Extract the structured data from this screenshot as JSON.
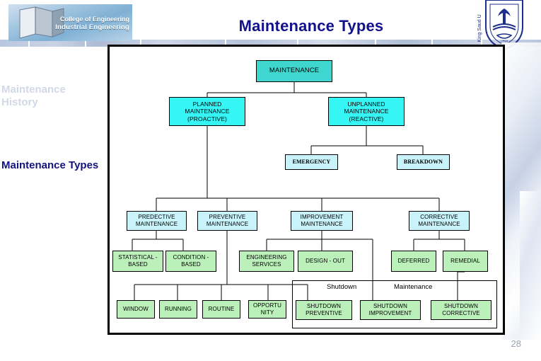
{
  "slide": {
    "title": "Maintenance Types",
    "page_number": "28",
    "institution_logo_line1": "College of Engineering",
    "institution_logo_line2": "Industrial Engineering",
    "ksu_logo_name": "king-saud-university-seal"
  },
  "nav": {
    "items": [
      {
        "label": "Maintenance History",
        "active": false,
        "color": "#d3d8e6"
      },
      {
        "label": "Maintenance Types",
        "active": true,
        "color": "#13137e"
      }
    ]
  },
  "colors": {
    "root": "#3fd6cf",
    "level2": "#36f5f5",
    "level3": "#c8f3fb",
    "level4": "#c8f3fb",
    "green": "#bbf0ba",
    "title": "#12128c",
    "frame": "#000000"
  },
  "chart_data": {
    "type": "diagram",
    "title": "Maintenance Types",
    "orientation": "top-down tree",
    "nodes": [
      {
        "id": "maintenance",
        "label": "MAINTENANCE",
        "level": 1,
        "color": "#3fd6cf"
      },
      {
        "id": "planned",
        "label": "PLANNED MAINTENANCE (PROACTIVE)",
        "level": 2,
        "color": "#36f5f5"
      },
      {
        "id": "unplanned",
        "label": "UNPLANNED MAINTENANCE (REACTIVE)",
        "level": 2,
        "color": "#36f5f5"
      },
      {
        "id": "emergency",
        "label": "EMERGENCY",
        "level": 3,
        "color": "#c8f3fb"
      },
      {
        "id": "breakdown",
        "label": "BREAKDOWN",
        "level": 3,
        "color": "#c8f3fb"
      },
      {
        "id": "predective",
        "label": "PREDECTIVE MAINTENANCE",
        "level": 4,
        "color": "#c8f3fb"
      },
      {
        "id": "preventive",
        "label": "PREVENTIVE MAINTENANCE",
        "level": 4,
        "color": "#c8f3fb"
      },
      {
        "id": "improvement",
        "label": "IMPROVEMENT MAINTENANCE",
        "level": 4,
        "color": "#c8f3fb"
      },
      {
        "id": "corrective",
        "label": "CORRECTIVE MAINTENANCE",
        "level": 4,
        "color": "#c8f3fb"
      },
      {
        "id": "statistical-based",
        "label": "STATISTICAL - BASED",
        "level": 5,
        "color": "#bbf0ba"
      },
      {
        "id": "condition-based",
        "label": "CONDITION - BASED",
        "level": 5,
        "color": "#bbf0ba"
      },
      {
        "id": "engineering-services",
        "label": "ENGINEERING SERVICES",
        "level": 5,
        "color": "#bbf0ba"
      },
      {
        "id": "design-out",
        "label": "DESIGN - OUT",
        "level": 5,
        "color": "#bbf0ba"
      },
      {
        "id": "deferred",
        "label": "DEFERRED",
        "level": 5,
        "color": "#bbf0ba"
      },
      {
        "id": "remedial",
        "label": "REMEDIAL",
        "level": 5,
        "color": "#bbf0ba"
      },
      {
        "id": "window",
        "label": "WINDOW",
        "level": 6,
        "color": "#bbf0ba"
      },
      {
        "id": "running",
        "label": "RUNNING",
        "level": 6,
        "color": "#bbf0ba"
      },
      {
        "id": "routine",
        "label": "ROUTINE",
        "level": 6,
        "color": "#bbf0ba"
      },
      {
        "id": "opportunity",
        "label": "OPPORTU NITY",
        "level": 6,
        "color": "#bbf0ba"
      },
      {
        "id": "shutdown-preventive",
        "label": "SHUTDOWN PREVENTIVE",
        "level": 6,
        "color": "#bbf0ba"
      },
      {
        "id": "shutdown-improvement",
        "label": "SHUTDOWN IMPROVEMENT",
        "level": 6,
        "color": "#bbf0ba"
      },
      {
        "id": "shutdown-corrective",
        "label": "SHUTDOWN CORRECTIVE",
        "level": 6,
        "color": "#bbf0ba"
      }
    ],
    "edges": [
      [
        "maintenance",
        "planned"
      ],
      [
        "maintenance",
        "unplanned"
      ],
      [
        "unplanned",
        "emergency"
      ],
      [
        "unplanned",
        "breakdown"
      ],
      [
        "planned",
        "predective"
      ],
      [
        "planned",
        "preventive"
      ],
      [
        "planned",
        "improvement"
      ],
      [
        "planned",
        "corrective"
      ],
      [
        "predective",
        "statistical-based"
      ],
      [
        "predective",
        "condition-based"
      ],
      [
        "improvement",
        "engineering-services"
      ],
      [
        "improvement",
        "design-out"
      ],
      [
        "corrective",
        "deferred"
      ],
      [
        "corrective",
        "remedial"
      ],
      [
        "preventive",
        "window"
      ],
      [
        "preventive",
        "running"
      ],
      [
        "preventive",
        "routine"
      ],
      [
        "preventive",
        "opportunity"
      ],
      [
        "preventive",
        "shutdown-preventive"
      ],
      [
        "improvement",
        "shutdown-improvement"
      ],
      [
        "corrective",
        "shutdown-corrective"
      ]
    ],
    "groups": [
      {
        "id": "shutdown-maintenance",
        "label_left": "Shutdown",
        "label_right": "Maintenance",
        "members": [
          "shutdown-preventive",
          "shutdown-improvement",
          "shutdown-corrective"
        ]
      }
    ]
  },
  "nodes": {
    "maintenance": "MAINTENANCE",
    "planned_l1": "PLANNED",
    "planned_l2": "MAINTENANCE",
    "planned_l3": "(PROACTIVE)",
    "unplanned_l1": "UNPLANNED",
    "unplanned_l2": "MAINTENANCE",
    "unplanned_l3": "(REACTIVE)",
    "emergency": "EMERGENCY",
    "breakdown": "BREAKDOWN",
    "predective_l1": "PREDECTIVE",
    "predective_l2": "MAINTENANCE",
    "preventive_l1": "PREVENTIVE",
    "preventive_l2": "MAINTENANCE",
    "improvement_l1": "IMPROVEMENT",
    "improvement_l2": "MAINTENANCE",
    "corrective_l1": "CORRECTIVE",
    "corrective_l2": "MAINTENANCE",
    "statistical_l1": "STATISTICAL -",
    "statistical_l2": "BASED",
    "condition_l1": "CONDITION -",
    "condition_l2": "BASED",
    "engsvc_l1": "ENGINEERING",
    "engsvc_l2": "SERVICES",
    "designout": "DESIGN - OUT",
    "deferred": "DEFERRED",
    "remedial": "REMEDIAL",
    "window": "WINDOW",
    "running": "RUNNING",
    "routine": "ROUTINE",
    "opportunity_l1": "OPPORTU",
    "opportunity_l2": "NITY",
    "sd_prev_l1": "SHUTDOWN",
    "sd_prev_l2": "PREVENTIVE",
    "sd_impr_l1": "SHUTDOWN",
    "sd_impr_l2": "IMPROVEMENT",
    "sd_corr_l1": "SHUTDOWN",
    "sd_corr_l2": "CORRECTIVE",
    "group_shutdown": "Shutdown",
    "group_maintenance": "Maintenance"
  }
}
